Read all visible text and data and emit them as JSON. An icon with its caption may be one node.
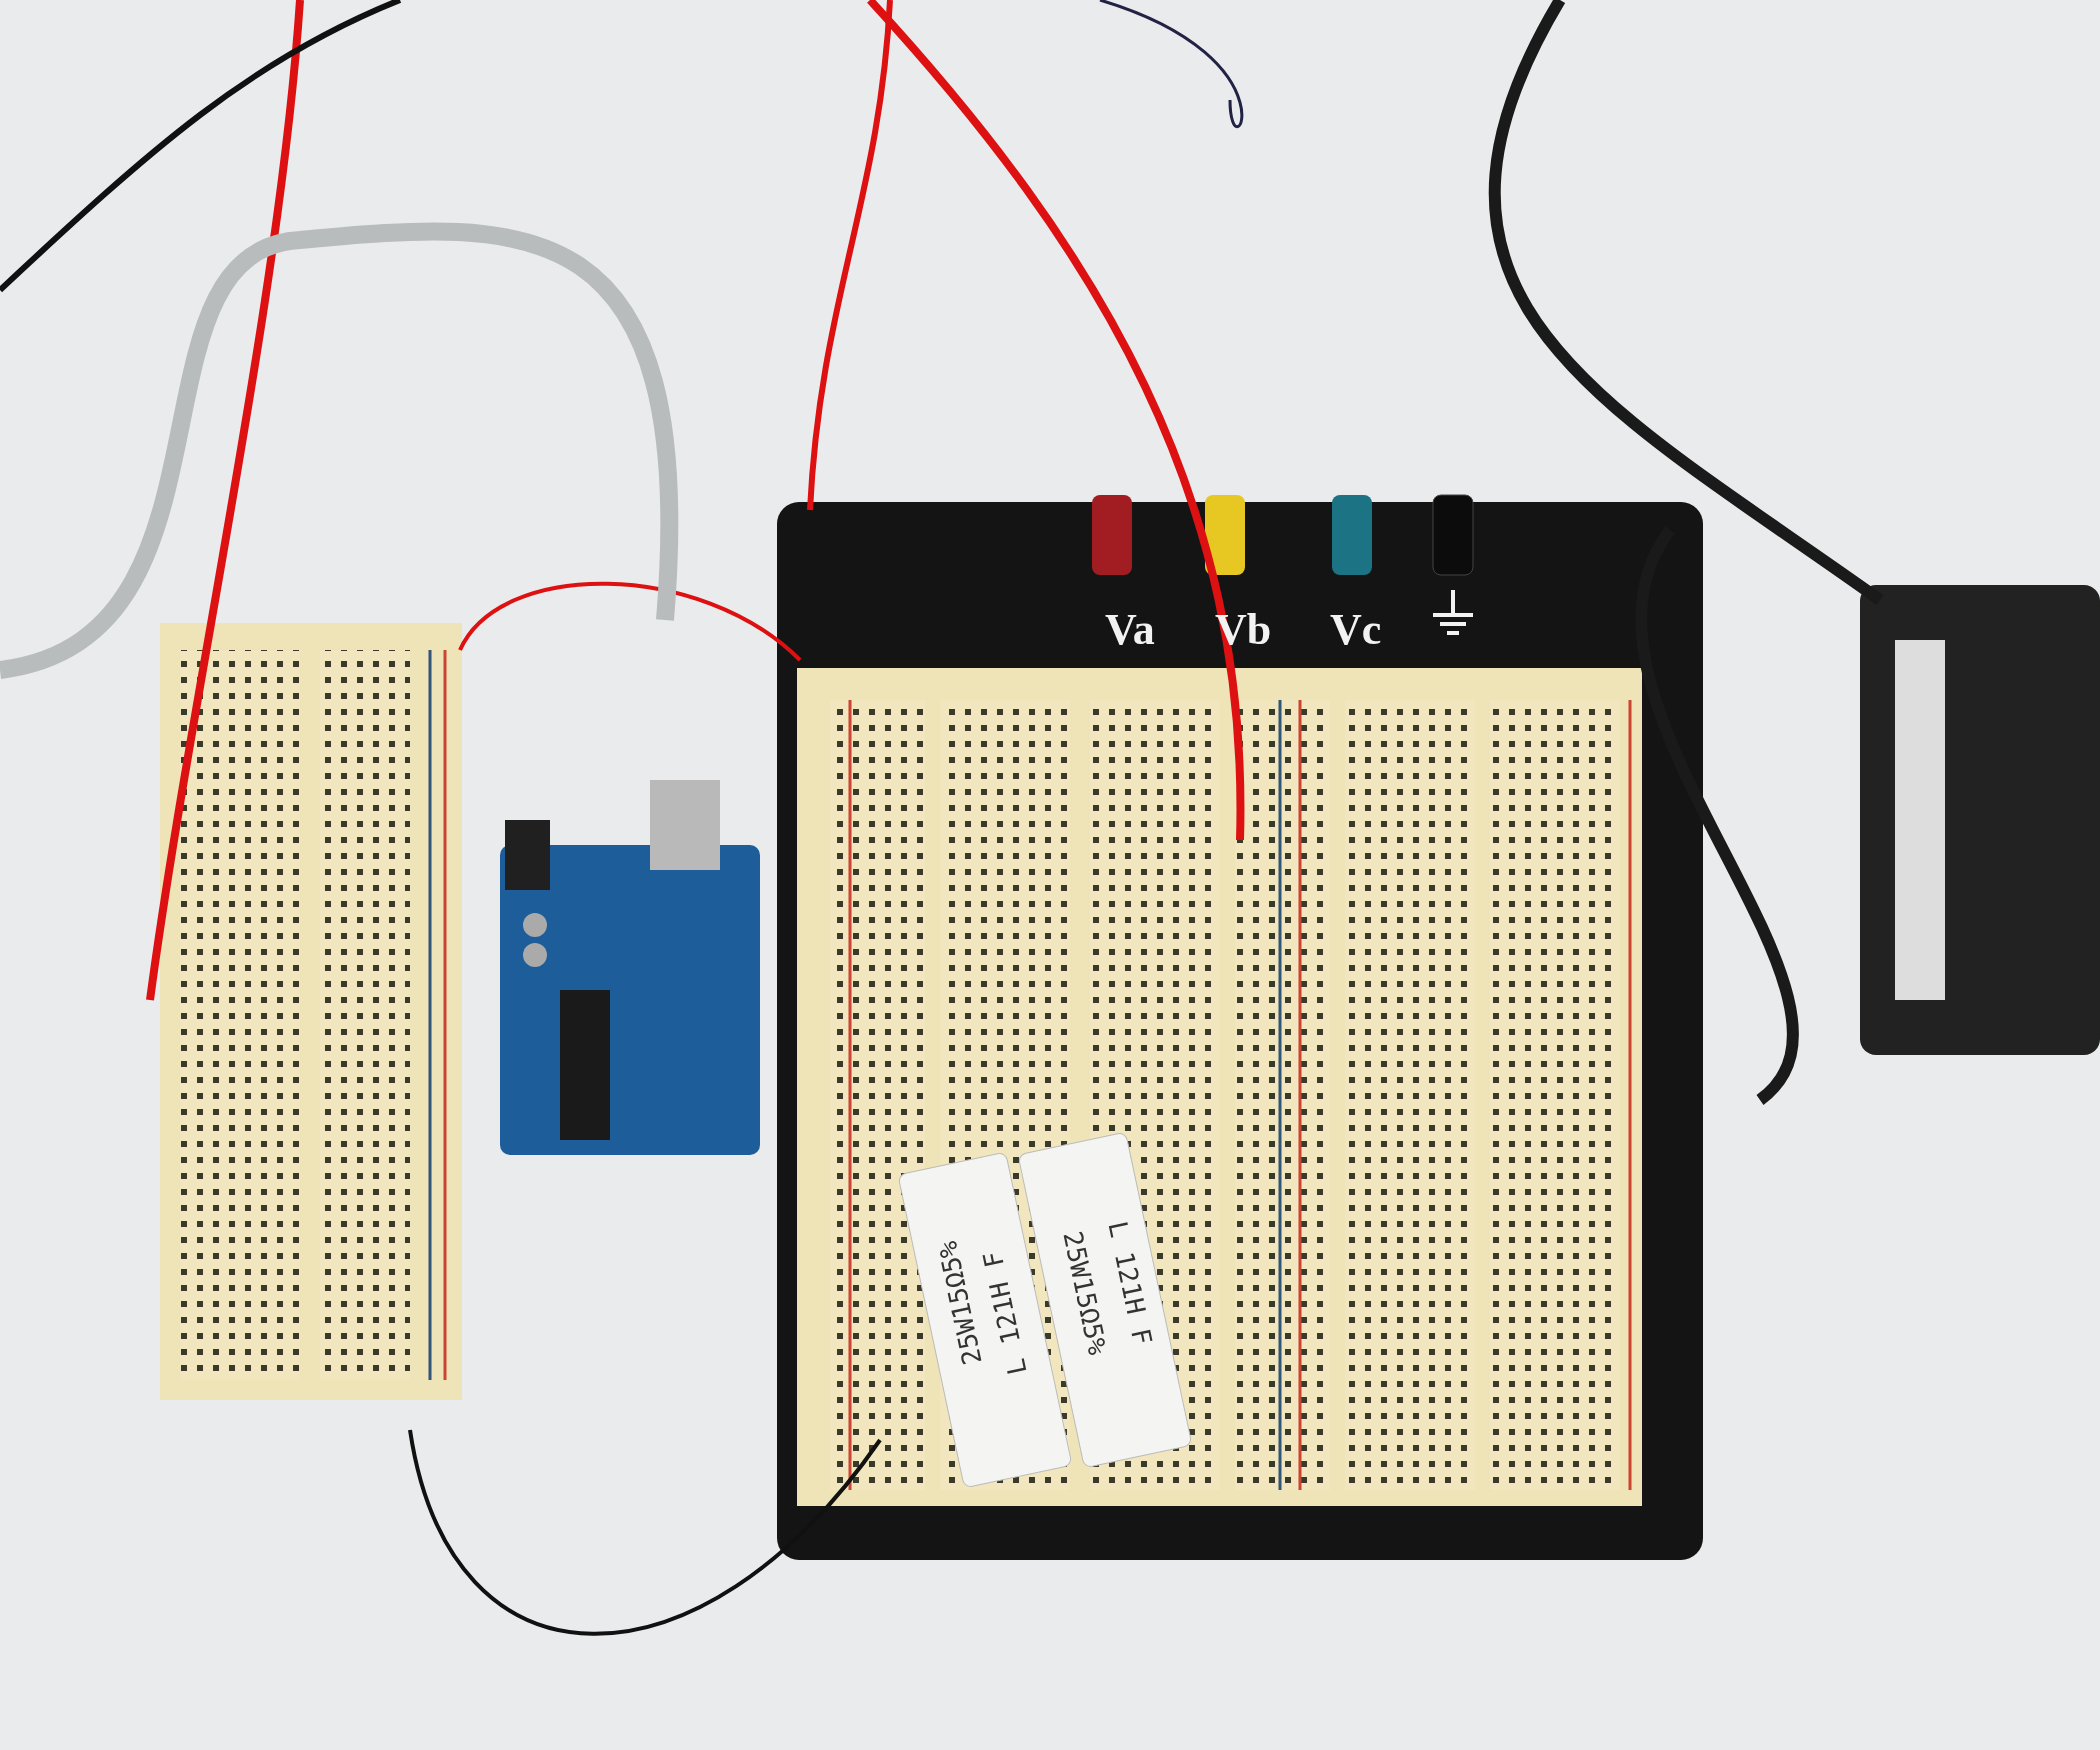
{
  "diagram": {
    "labels": [
      "Va",
      "Vb",
      "Vc",
      "25W15Ω5%",
      "L 121H F",
      "25W15Ω5%",
      "L 121H F"
    ]
  }
}
